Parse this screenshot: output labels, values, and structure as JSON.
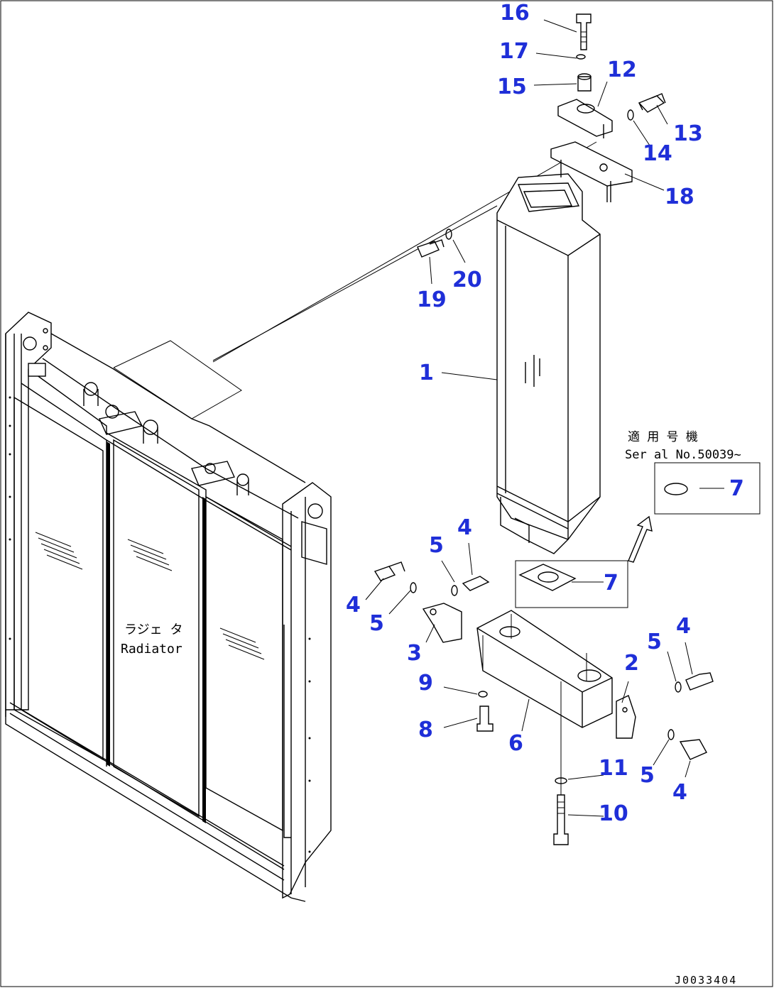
{
  "callouts": {
    "c16": "16",
    "c17": "17",
    "c15": "15",
    "c12": "12",
    "c13": "13",
    "c14": "14",
    "c18": "18",
    "c20": "20",
    "c19": "19",
    "c1": "1",
    "c5a": "5",
    "c4a": "4",
    "c4b": "4",
    "c5b": "5",
    "c7a": "7",
    "c3": "3",
    "c9": "9",
    "c8": "8",
    "c6": "6",
    "c2": "2",
    "c5c": "5",
    "c4c": "4",
    "c5d": "5",
    "c4d": "4",
    "c11": "11",
    "c10": "10",
    "c7b": "7"
  },
  "serial_note": {
    "jp": "適 用 号 機",
    "en": "Ser al No.50039~"
  },
  "radiator_label": {
    "jp": "ラジェ タ",
    "en": "Radiator"
  },
  "doc_id": "J0033404"
}
